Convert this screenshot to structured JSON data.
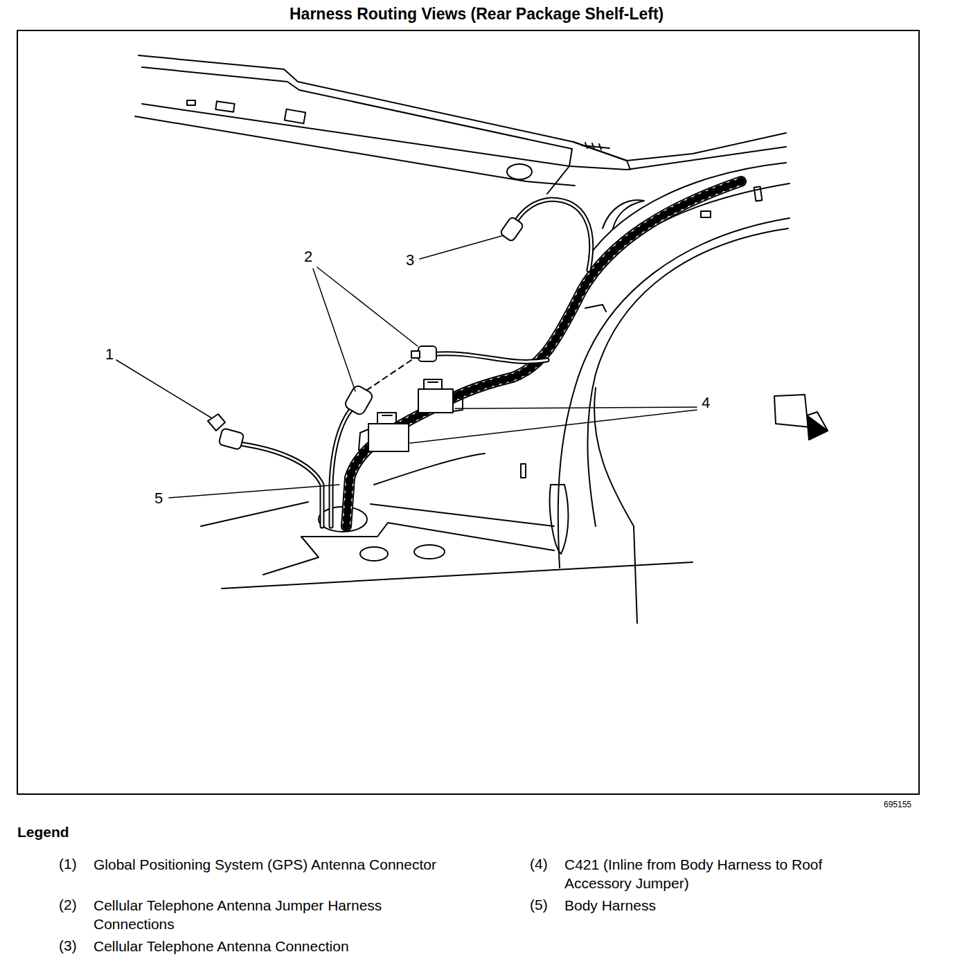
{
  "diagram": {
    "title": "Harness Routing Views (Rear Package Shelf-Left)",
    "labels": [
      "1",
      "2",
      "3",
      "4",
      "5",
      "695155",
      "Legend",
      "(1)",
      "(2)",
      "(3)",
      "(4)",
      "(5)"
    ],
    "legend": [
      {
        "text": "Global Positioning System (GPS) Antenna Connector"
      },
      {
        "text": "Cellular Telephone Antenna Jumper Harness Connections"
      },
      {
        "text": "Cellular Telephone Antenna Connection"
      },
      {
        "text": "C421 (Inline from Body Harness to Roof Accessory Jumper)"
      },
      {
        "text": "Body Harness"
      }
    ]
  }
}
